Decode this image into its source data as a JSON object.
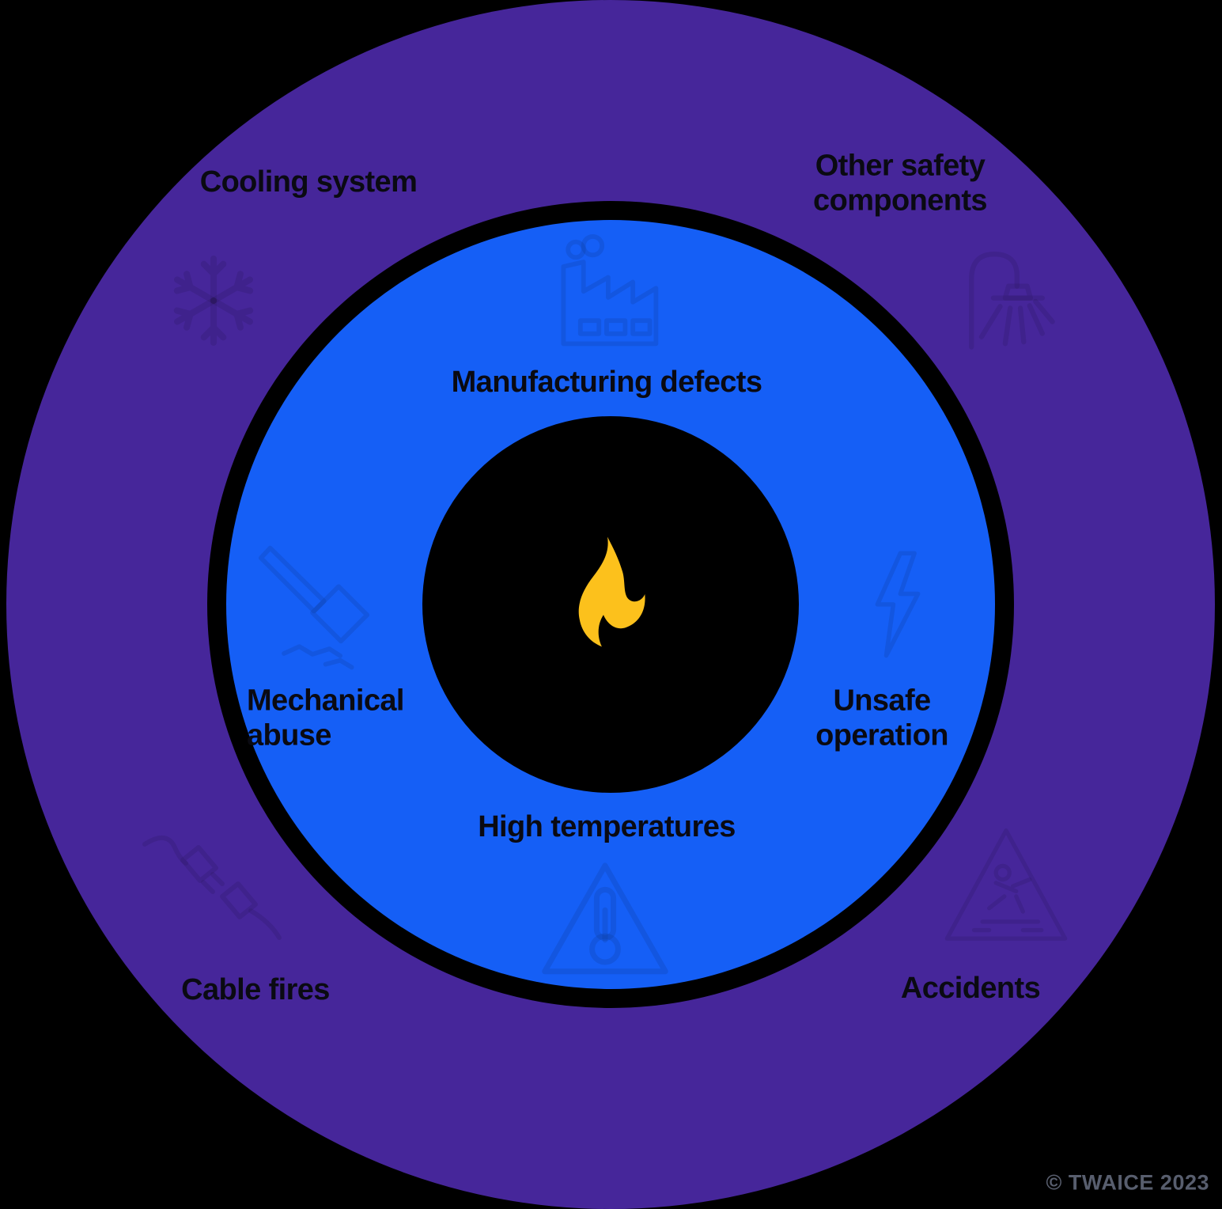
{
  "diagram": {
    "description": "Concentric rings diagram of battery fire risk factors",
    "colors": {
      "background": "#000000",
      "outer_ring": "#46269A",
      "inner_ring": "#155FF6",
      "core": "#000000",
      "flame": "#FCC11C",
      "label_text": "#0A0A12",
      "copyright_text": "#585E6E"
    },
    "center": {
      "icon": "flame-icon"
    },
    "inner_ring": {
      "items": [
        {
          "label": "Manufacturing defects",
          "icon": "factory-icon",
          "position": "top"
        },
        {
          "label": "Mechanical abuse",
          "icon": "hammer-icon",
          "position": "left"
        },
        {
          "label": "Unsafe operation",
          "icon": "lightning-icon",
          "position": "right"
        },
        {
          "label": "High temperatures",
          "icon": "thermometer-warning-icon",
          "position": "bottom"
        }
      ]
    },
    "outer_ring": {
      "items": [
        {
          "label": "Cooling system",
          "icon": "snowflake-icon",
          "position": "top-left"
        },
        {
          "label": "Other safety components",
          "icon": "sprinkler-icon",
          "position": "top-right"
        },
        {
          "label": "Cable fires",
          "icon": "unplugged-cable-icon",
          "position": "bottom-left"
        },
        {
          "label": "Accidents",
          "icon": "slip-fall-warning-icon",
          "position": "bottom-right"
        }
      ]
    },
    "footer": {
      "copyright": "© TWAICE 2023"
    }
  }
}
